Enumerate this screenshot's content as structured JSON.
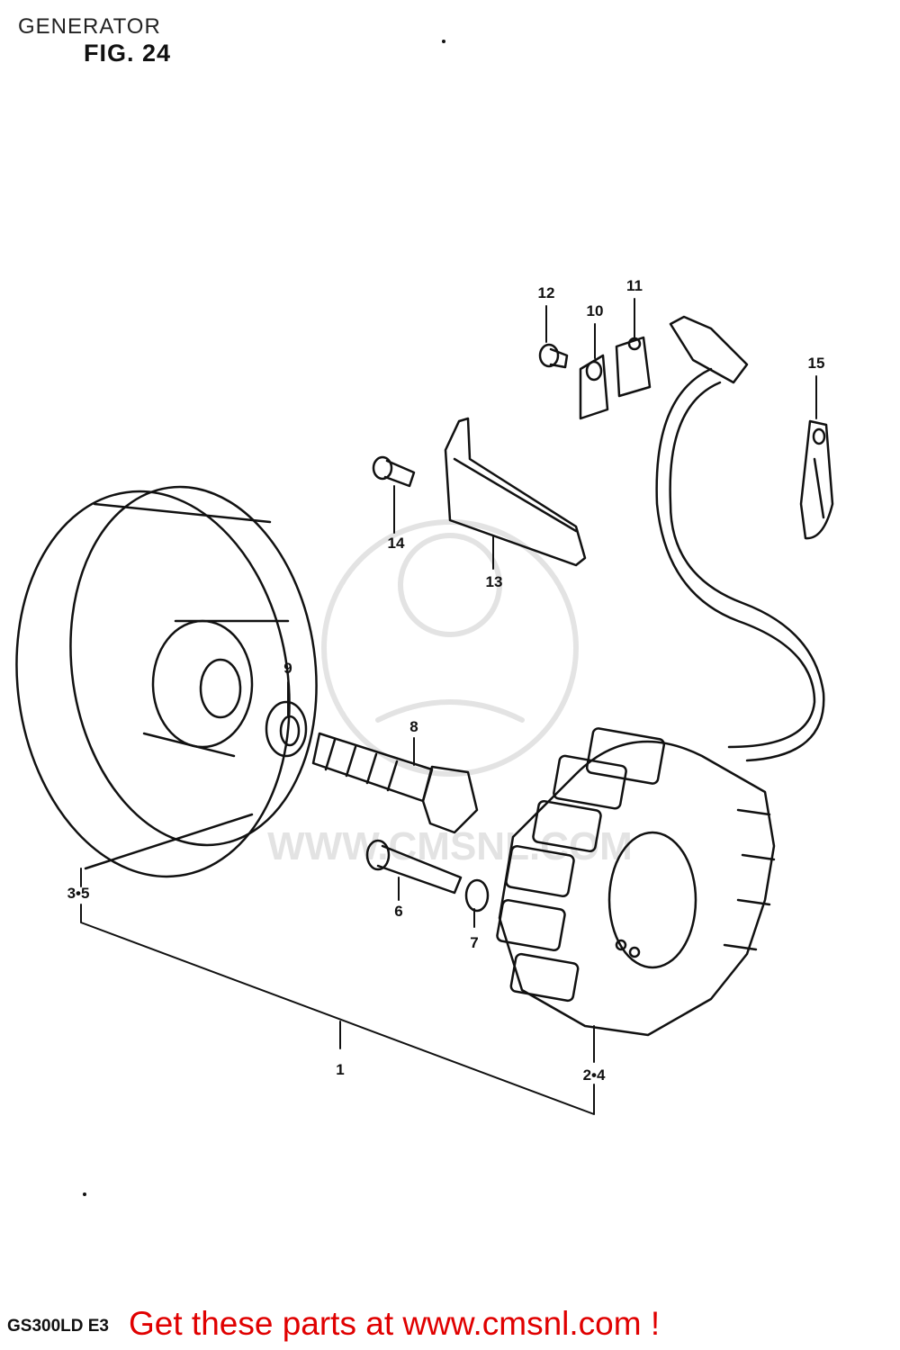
{
  "header": {
    "title": "GENERATOR",
    "figure": "FIG. 24"
  },
  "callouts": [
    {
      "id": "1",
      "text": "1"
    },
    {
      "id": "2-4",
      "text": "2•4"
    },
    {
      "id": "3-5",
      "text": "3•5"
    },
    {
      "id": "6",
      "text": "6"
    },
    {
      "id": "7",
      "text": "7"
    },
    {
      "id": "8",
      "text": "8"
    },
    {
      "id": "9",
      "text": "9"
    },
    {
      "id": "10",
      "text": "10"
    },
    {
      "id": "11",
      "text": "11"
    },
    {
      "id": "12",
      "text": "12"
    },
    {
      "id": "13",
      "text": "13"
    },
    {
      "id": "14",
      "text": "14"
    },
    {
      "id": "15",
      "text": "15"
    }
  ],
  "watermark": {
    "text": "WWW.CMSNL.COM"
  },
  "footer": {
    "model_code": "GS300LD E3",
    "cta": "Get these parts at www.cmsnl.com !"
  }
}
